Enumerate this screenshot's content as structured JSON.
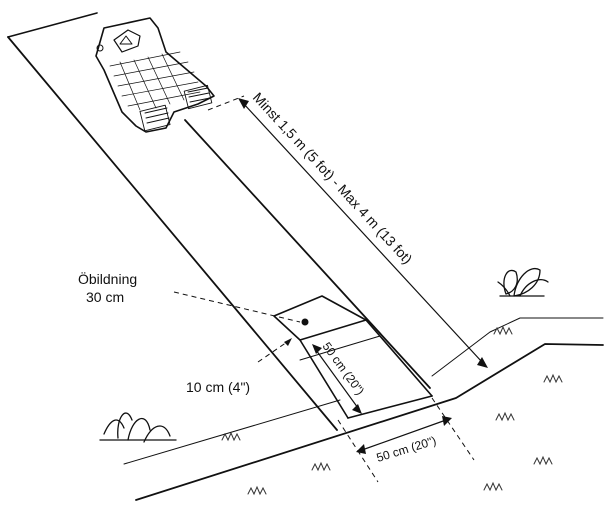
{
  "labels": {
    "passage_distance": "Minst 1,5 m (5 fot) - Max 4 m (13 fot)",
    "overlap": "Öbildning",
    "overlap_value": "30 cm",
    "offset": "10 cm (4\")",
    "station_depth": "50 cm (20\")",
    "station_width": "50 cm (20\")"
  }
}
